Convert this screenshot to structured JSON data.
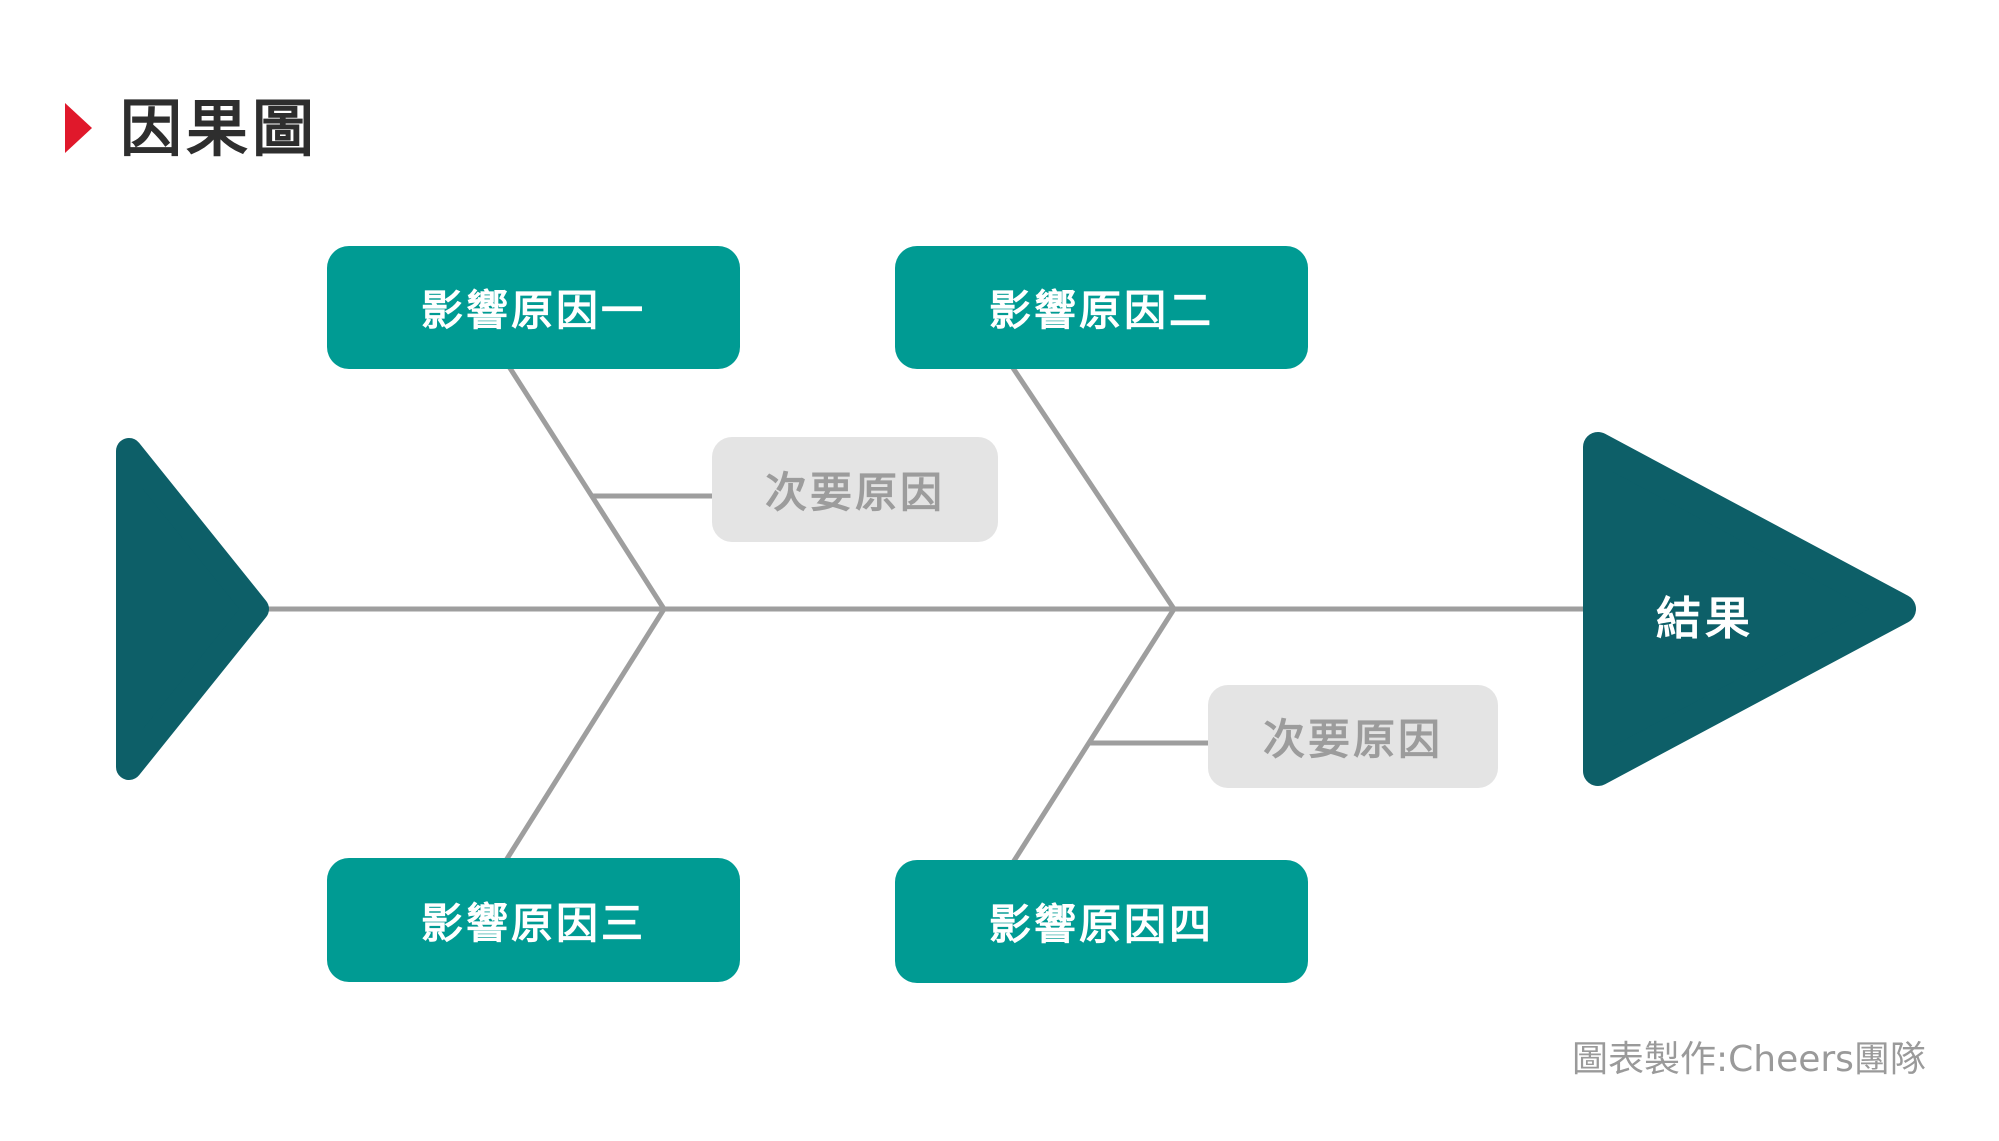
{
  "header": {
    "title": "因果圖"
  },
  "diagram": {
    "type": "fishbone-cause-effect",
    "causes": [
      {
        "label": "影響原因一",
        "position": "top-left"
      },
      {
        "label": "影響原因二",
        "position": "top-right"
      },
      {
        "label": "影響原因三",
        "position": "bottom-left"
      },
      {
        "label": "影響原因四",
        "position": "bottom-right"
      }
    ],
    "secondary_causes": [
      {
        "label": "次要原因",
        "position": "upper-middle"
      },
      {
        "label": "次要原因",
        "position": "lower-right"
      }
    ],
    "result": {
      "label": "結果"
    }
  },
  "footer": {
    "credit": "圖表製作:Cheers團隊"
  },
  "colors": {
    "cause_box_teal": "#009B93",
    "arrow_dark_teal": "#0D5F68",
    "bone_line_gray": "#9E9E9E",
    "secondary_box_bg": "#E4E4E4",
    "secondary_text_gray": "#9C9C9C",
    "title_text": "#2E2E2E",
    "title_marker_red": "#E0182B",
    "credit_text_gray": "#9A9A9A"
  }
}
